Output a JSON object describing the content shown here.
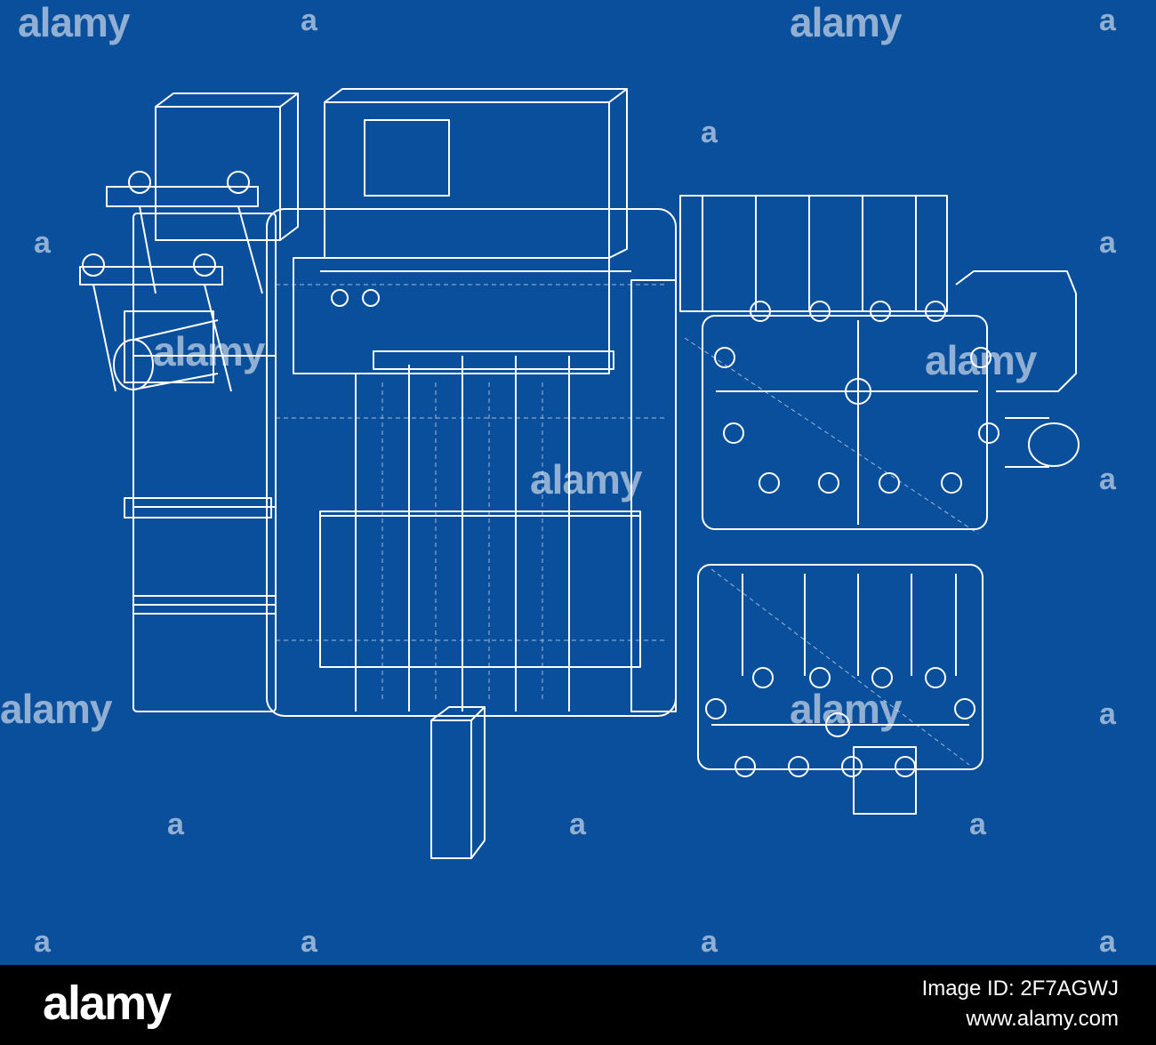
{
  "watermark": {
    "brand": "alamy",
    "mark": "a"
  },
  "footer": {
    "brand": "alamy",
    "image_id_label": "Image ID: 2F7AGWJ",
    "site": "www.alamy.com"
  },
  "colors": {
    "background": "#0a4f9c",
    "lines": "#ffffff",
    "footer": "#000000"
  }
}
